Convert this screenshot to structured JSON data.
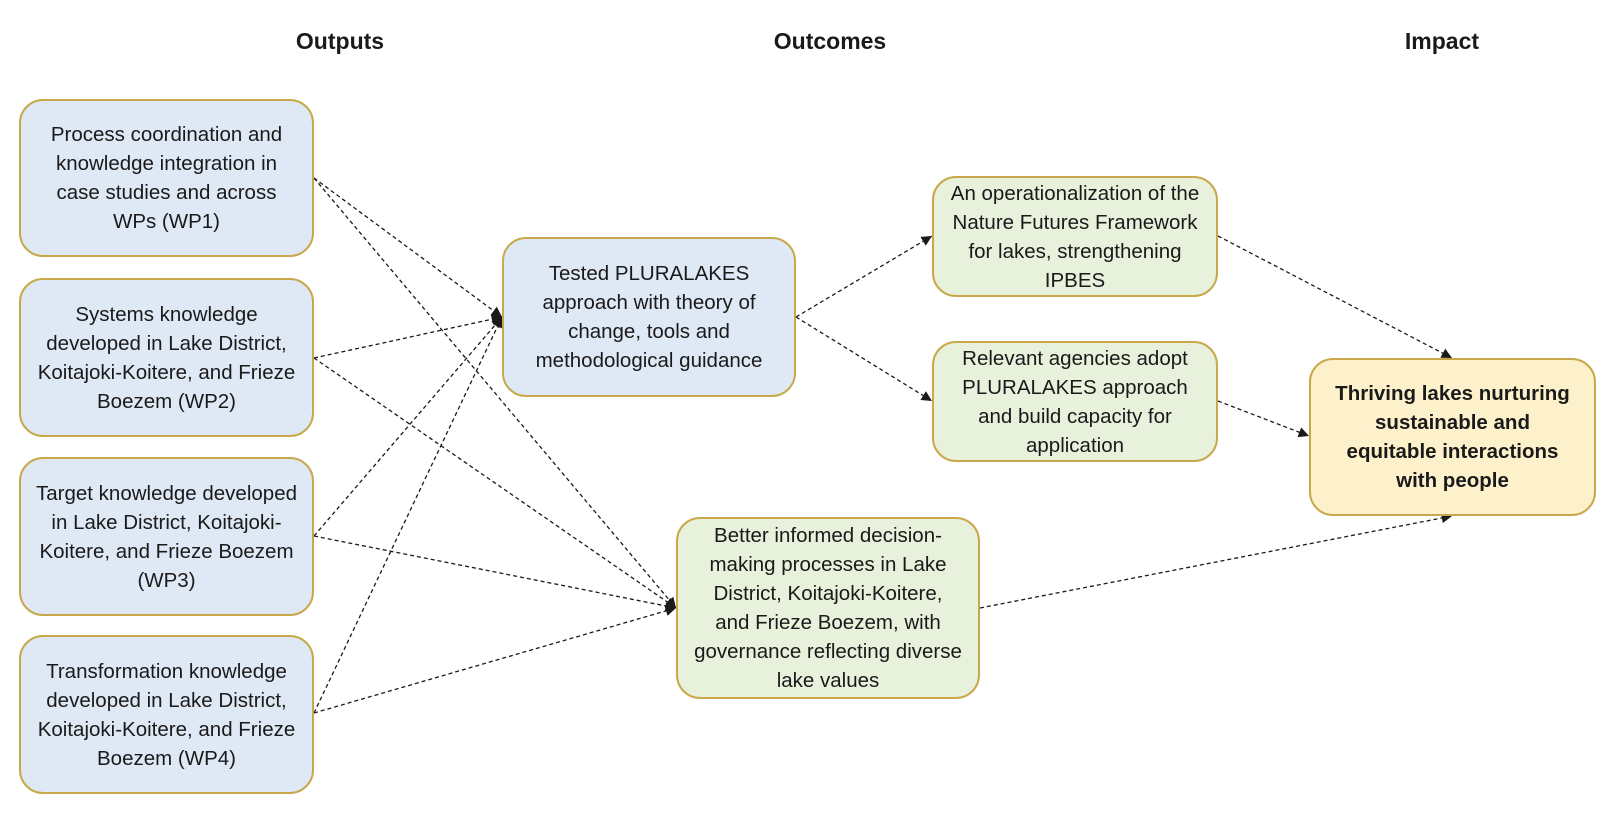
{
  "headers": {
    "outputs": "Outputs",
    "outcomes": "Outcomes",
    "impact": "Impact"
  },
  "outputs": [
    {
      "id": "wp1",
      "text": "Process coordination and knowledge integration in case studies and across WPs (WP1)"
    },
    {
      "id": "wp2",
      "text": "Systems knowledge developed in Lake District, Koitajoki-Koitere, and Frieze Boezem (WP2)"
    },
    {
      "id": "wp3",
      "text": "Target knowledge developed in Lake District, Koitajoki-Koitere, and Frieze Boezem (WP3)"
    },
    {
      "id": "wp4",
      "text": "Transformation knowledge developed in Lake District, Koitajoki-Koitere, and Frieze Boezem (WP4)"
    }
  ],
  "outcomes": {
    "tested": "Tested PLURALAKES approach with theory of change, tools and methodological guidance",
    "nature_futures": "An operationalization of the Nature Futures Framework for lakes, strengthening IPBES",
    "agencies": "Relevant agencies adopt PLURALAKES approach and build capacity for application",
    "decision": "Better informed decision-making processes in Lake District, Koitajoki-Koitere, and Frieze Boezem, with governance reflecting diverse lake values"
  },
  "impact": {
    "text": "Thriving lakes nurturing sustainable and equitable interactions with people"
  },
  "colors": {
    "output_fill": "#dfe8f5",
    "outcome_fill": "#e8f1db",
    "impact_fill": "#fdf1cc",
    "border": "#c9a84c"
  }
}
